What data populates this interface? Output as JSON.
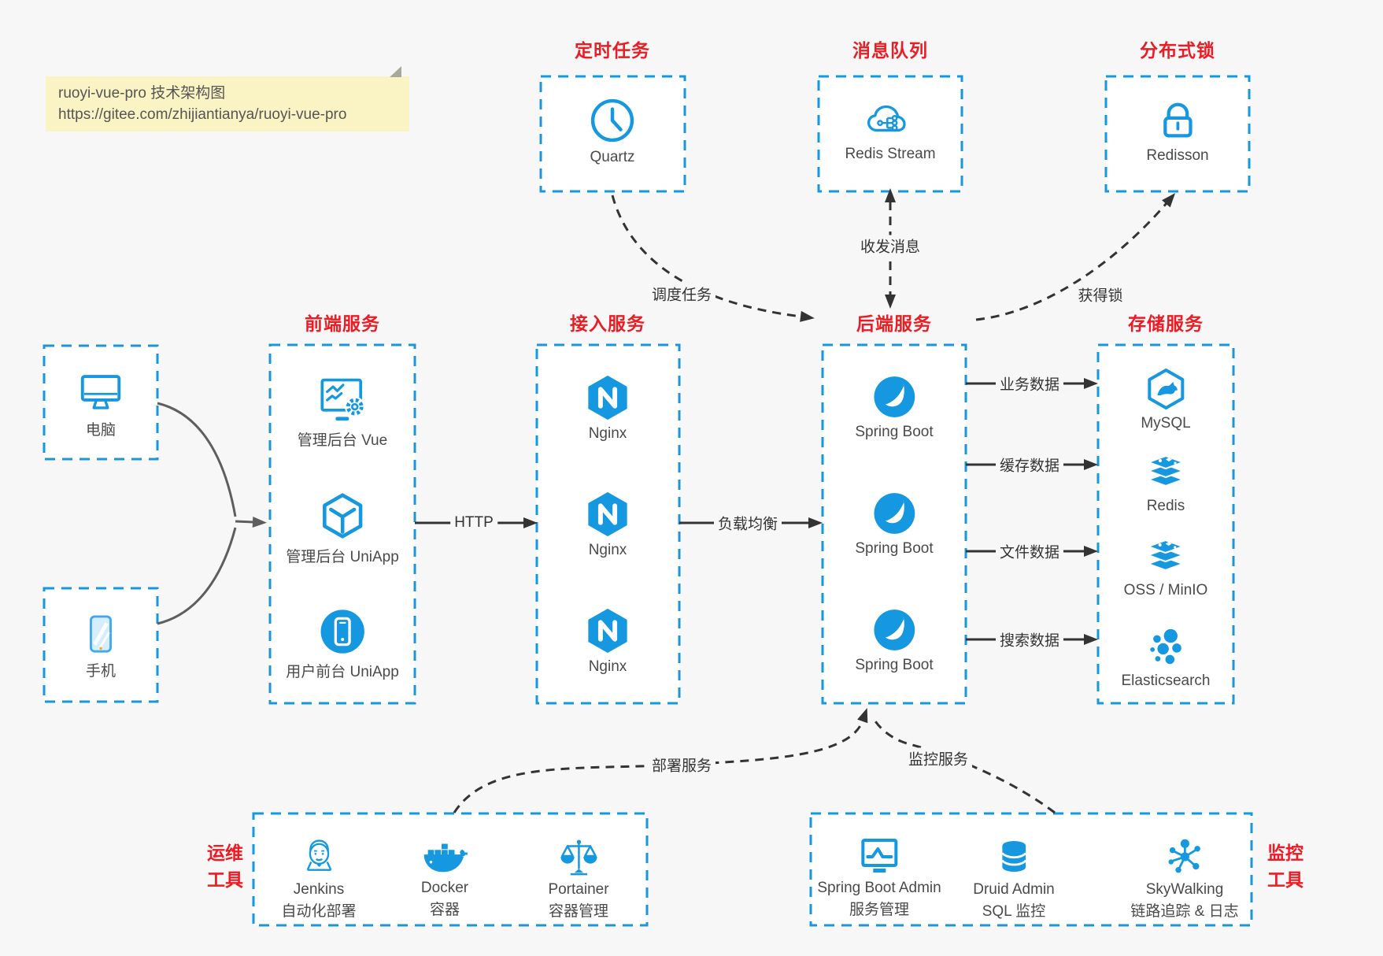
{
  "note": {
    "line1": "ruoyi-vue-pro 技术架构图",
    "line2": "https://gitee.com/zhijiantianya/ruoyi-vue-pro"
  },
  "colors": {
    "blue": "#1698e0",
    "red": "#ec1c24",
    "arrow": "#333333",
    "background": "#f7f7f7"
  },
  "top": {
    "scheduler": {
      "title": "定时任务",
      "label": "Quartz"
    },
    "queue": {
      "title": "消息队列",
      "label": "Redis Stream"
    },
    "lock": {
      "title": "分布式锁",
      "label": "Redisson"
    }
  },
  "clients": {
    "pc": "电脑",
    "mobile": "手机"
  },
  "frontend": {
    "title": "前端服务",
    "items": [
      {
        "label": "管理后台 Vue"
      },
      {
        "label": "管理后台 UniApp"
      },
      {
        "label": "用户前台 UniApp"
      }
    ]
  },
  "gateway": {
    "title": "接入服务",
    "items": [
      {
        "label": "Nginx"
      },
      {
        "label": "Nginx"
      },
      {
        "label": "Nginx"
      }
    ]
  },
  "backend": {
    "title": "后端服务",
    "items": [
      {
        "label": "Spring Boot"
      },
      {
        "label": "Spring Boot"
      },
      {
        "label": "Spring Boot"
      }
    ]
  },
  "storage": {
    "title": "存储服务",
    "items": [
      {
        "label": "MySQL"
      },
      {
        "label": "Redis"
      },
      {
        "label": "OSS / MinIO"
      },
      {
        "label": "Elasticsearch"
      }
    ]
  },
  "ops": {
    "title1": "运维",
    "title2": "工具",
    "items": [
      {
        "name": "Jenkins",
        "desc": "自动化部署"
      },
      {
        "name": "Docker",
        "desc": "容器"
      },
      {
        "name": "Portainer",
        "desc": "容器管理"
      }
    ]
  },
  "monitoring": {
    "title1": "监控",
    "title2": "工具",
    "items": [
      {
        "name": "Spring Boot Admin",
        "desc": "服务管理"
      },
      {
        "name": "Druid Admin",
        "desc": "SQL 监控"
      },
      {
        "name": "SkyWalking",
        "desc": "链路追踪 & 日志"
      }
    ]
  },
  "edges": {
    "http": "HTTP",
    "lb": "负载均衡",
    "biz": "业务数据",
    "cache": "缓存数据",
    "file": "文件数据",
    "search": "搜索数据",
    "msg": "收发消息",
    "sched": "调度任务",
    "lock": "获得锁",
    "deploy": "部署服务",
    "monitor": "监控服务"
  }
}
